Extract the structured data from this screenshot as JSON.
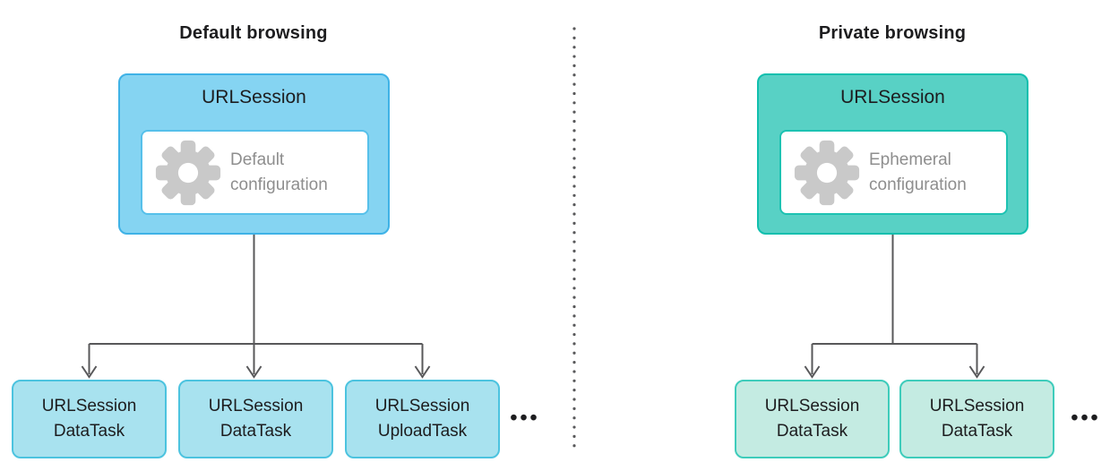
{
  "diagram": {
    "left_panel": {
      "title": "Default browsing",
      "session": {
        "label": "URLSession",
        "config_line1": "Default",
        "config_line2": "configuration"
      },
      "tasks": [
        {
          "line1": "URLSession",
          "line2": "DataTask"
        },
        {
          "line1": "URLSession",
          "line2": "DataTask"
        },
        {
          "line1": "URLSession",
          "line2": "UploadTask"
        }
      ],
      "ellipsis": "•••"
    },
    "right_panel": {
      "title": "Private browsing",
      "session": {
        "label": "URLSession",
        "config_line1": "Ephemeral",
        "config_line2": "configuration"
      },
      "tasks": [
        {
          "line1": "URLSession",
          "line2": "DataTask"
        },
        {
          "line1": "URLSession",
          "line2": "DataTask"
        }
      ],
      "ellipsis": "•••"
    },
    "colors": {
      "blue_fill": "#85D4F2",
      "blue_border": "#3FB2E6",
      "blue_inner_border": "#56C0EA",
      "blue_task_fill": "#A8E2EF",
      "blue_task_border": "#4CC3DF",
      "teal_fill": "#58D1C5",
      "teal_border": "#10BFAE",
      "teal_inner_border": "#1DC2B2",
      "teal_task_fill": "#C4EBE2",
      "teal_task_border": "#3ECCBB",
      "gear_gray": "#C9C9C9",
      "line_gray": "#58585A",
      "text_dark": "#1D1D1F",
      "text_gray": "#8E8E8E"
    }
  }
}
